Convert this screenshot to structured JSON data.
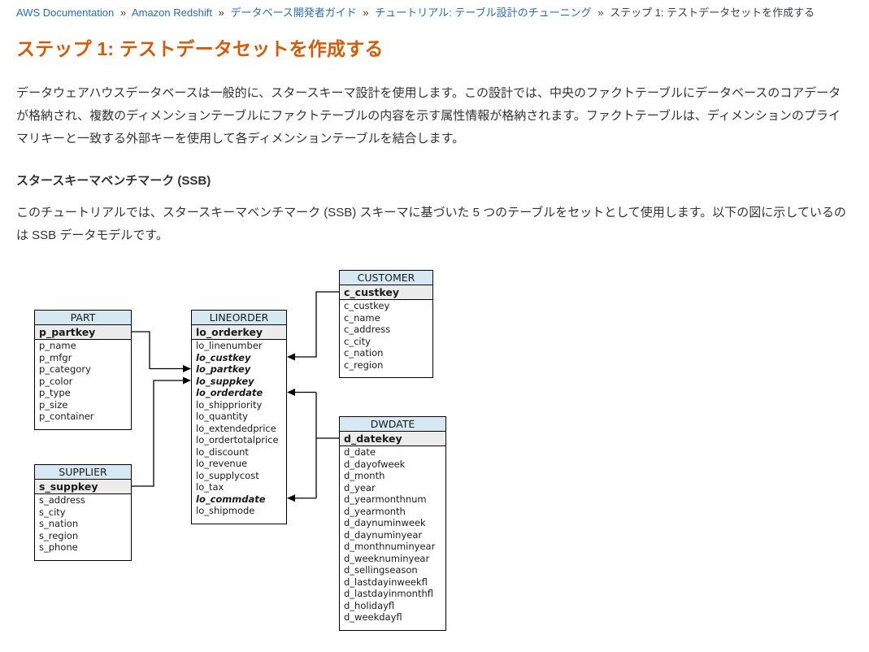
{
  "breadcrumb": {
    "separator": "»",
    "items": [
      {
        "label": "AWS Documentation",
        "is_link": true
      },
      {
        "label": "Amazon Redshift",
        "is_link": true
      },
      {
        "label": "データベース開発者ガイド",
        "is_link": true
      },
      {
        "label": "チュートリアル: テーブル設計のチューニング",
        "is_link": true
      },
      {
        "label": "ステップ 1: テストデータセットを作成する",
        "is_link": false
      }
    ]
  },
  "page": {
    "title": "ステップ 1: テストデータセットを作成する"
  },
  "content": {
    "paragraph1": "データウェアハウスデータベースは一般的に、スタースキーマ設計を使用します。この設計では、中央のファクトテーブルにデータベースのコアデータが格納され、複数のディメンションテーブルにファクトテーブルの内容を示す属性情報が格納されます。ファクトテーブルは、ディメンションのプライマリキーと一致する外部キーを使用して各ディメンションテーブルを結合します。",
    "subheading": "スタースキーマベンチマーク (SSB)",
    "paragraph2": "このチュートリアルでは、スタースキーマベンチマーク (SSB) スキーマに基づいた 5 つのテーブルをセットとして使用します。以下の図に示しているのは SSB データモデルです。"
  },
  "diagram": {
    "description": "SSB data model entity-relationship diagram",
    "colors": {
      "table_header_bg": "#d6e9f3",
      "key_row_bg": "#ececec",
      "border": "#000000"
    },
    "tables": [
      {
        "name": "PART",
        "key": "p_partkey",
        "fields": [
          {
            "name": "p_name",
            "fk": false
          },
          {
            "name": "p_mfgr",
            "fk": false
          },
          {
            "name": "p_category",
            "fk": false
          },
          {
            "name": "p_color",
            "fk": false
          },
          {
            "name": "p_type",
            "fk": false
          },
          {
            "name": "p_size",
            "fk": false
          },
          {
            "name": "p_container",
            "fk": false
          }
        ]
      },
      {
        "name": "SUPPLIER",
        "key": "s_suppkey",
        "fields": [
          {
            "name": "s_address",
            "fk": false
          },
          {
            "name": "s_city",
            "fk": false
          },
          {
            "name": "s_nation",
            "fk": false
          },
          {
            "name": "s_region",
            "fk": false
          },
          {
            "name": "s_phone",
            "fk": false
          }
        ]
      },
      {
        "name": "LINEORDER",
        "key": "lo_orderkey",
        "fields": [
          {
            "name": "lo_linenumber",
            "fk": false
          },
          {
            "name": "lo_custkey",
            "fk": true
          },
          {
            "name": "lo_partkey",
            "fk": true
          },
          {
            "name": "lo_suppkey",
            "fk": true
          },
          {
            "name": "lo_orderdate",
            "fk": true
          },
          {
            "name": "lo_shippriority",
            "fk": false
          },
          {
            "name": "lo_quantity",
            "fk": false
          },
          {
            "name": "lo_extendedprice",
            "fk": false
          },
          {
            "name": "lo_ordertotalprice",
            "fk": false
          },
          {
            "name": "lo_discount",
            "fk": false
          },
          {
            "name": "lo_revenue",
            "fk": false
          },
          {
            "name": "lo_supplycost",
            "fk": false
          },
          {
            "name": "lo_tax",
            "fk": false
          },
          {
            "name": "lo_commdate",
            "fk": true
          },
          {
            "name": "lo_shipmode",
            "fk": false
          }
        ]
      },
      {
        "name": "CUSTOMER",
        "key": "c_custkey",
        "fields": [
          {
            "name": "c_custkey",
            "fk": false
          },
          {
            "name": "c_name",
            "fk": false
          },
          {
            "name": "c_address",
            "fk": false
          },
          {
            "name": "c_city",
            "fk": false
          },
          {
            "name": "c_nation",
            "fk": false
          },
          {
            "name": "c_region",
            "fk": false
          }
        ]
      },
      {
        "name": "DWDATE",
        "key": "d_datekey",
        "fields": [
          {
            "name": "d_date",
            "fk": false
          },
          {
            "name": "d_dayofweek",
            "fk": false
          },
          {
            "name": "d_month",
            "fk": false
          },
          {
            "name": "d_year",
            "fk": false
          },
          {
            "name": "d_yearmonthnum",
            "fk": false
          },
          {
            "name": "d_yearmonth",
            "fk": false
          },
          {
            "name": "d_daynuminweek",
            "fk": false
          },
          {
            "name": "d_daynuminyear",
            "fk": false
          },
          {
            "name": "d_monthnuminyear",
            "fk": false
          },
          {
            "name": "d_weeknuminyear",
            "fk": false
          },
          {
            "name": "d_sellingseason",
            "fk": false
          },
          {
            "name": "d_lastdayinweekfl",
            "fk": false
          },
          {
            "name": "d_lastdayinmonthfl",
            "fk": false
          },
          {
            "name": "d_holidayfl",
            "fk": false
          },
          {
            "name": "d_weekdayfl",
            "fk": false
          }
        ]
      }
    ],
    "relationships": [
      {
        "from": "PART.p_partkey",
        "to": "LINEORDER.lo_partkey"
      },
      {
        "from": "SUPPLIER.s_suppkey",
        "to": "LINEORDER.lo_suppkey"
      },
      {
        "from": "CUSTOMER.c_custkey",
        "to": "LINEORDER.lo_custkey"
      },
      {
        "from": "DWDATE.d_datekey",
        "to": "LINEORDER.lo_orderdate"
      },
      {
        "from": "DWDATE.d_datekey",
        "to": "LINEORDER.lo_commdate"
      }
    ]
  },
  "colors": {
    "title_orange": "#d45b07",
    "link_blue": "#2a6db5"
  }
}
